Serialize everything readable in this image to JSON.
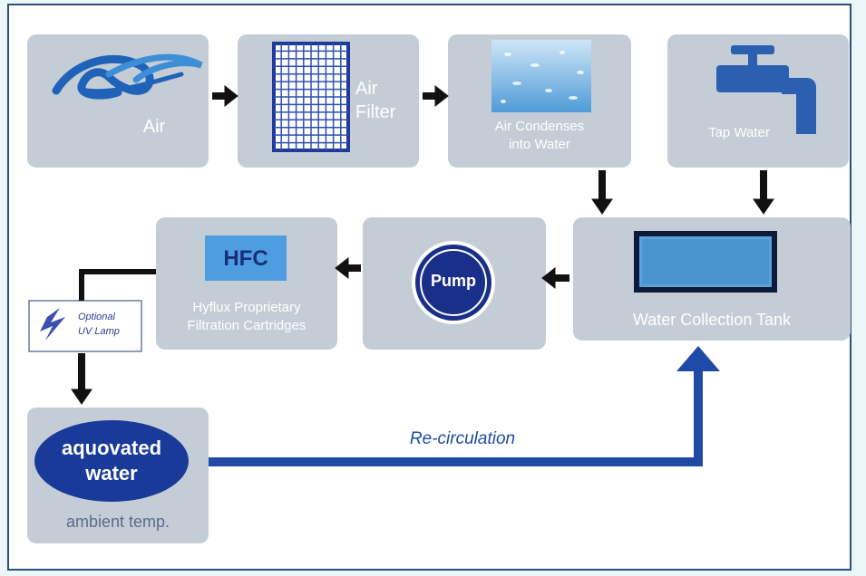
{
  "colors": {
    "box": "#c4cdd6",
    "frame_border": "#2e4f7c",
    "accent_blue": "#1f4aa6",
    "dark_navy": "#1a2f7a",
    "arrow_black": "#111111"
  },
  "nodes": {
    "air": "Air",
    "air_filter_line1": "Air",
    "air_filter_line2": "Filter",
    "condense_line1": "Air Condenses",
    "condense_line2": "into Water",
    "tap_water": "Tap Water",
    "tank": "Water Collection Tank",
    "pump": "Pump",
    "hfc_badge": "HFC",
    "hfc_line1": "Hyflux Proprietary",
    "hfc_line2": "Filtration Cartridges",
    "uv_line1": "Optional",
    "uv_line2": "UV Lamp",
    "output_line1": "aquovated",
    "output_line2": "water",
    "output_sub": "ambient temp."
  },
  "recirculation": "Re-circulation",
  "icons": [
    "air-wave-icon",
    "grid-filter-icon",
    "water-droplets-icon",
    "faucet-icon",
    "water-surface-icon",
    "uv-lamp-icon"
  ]
}
